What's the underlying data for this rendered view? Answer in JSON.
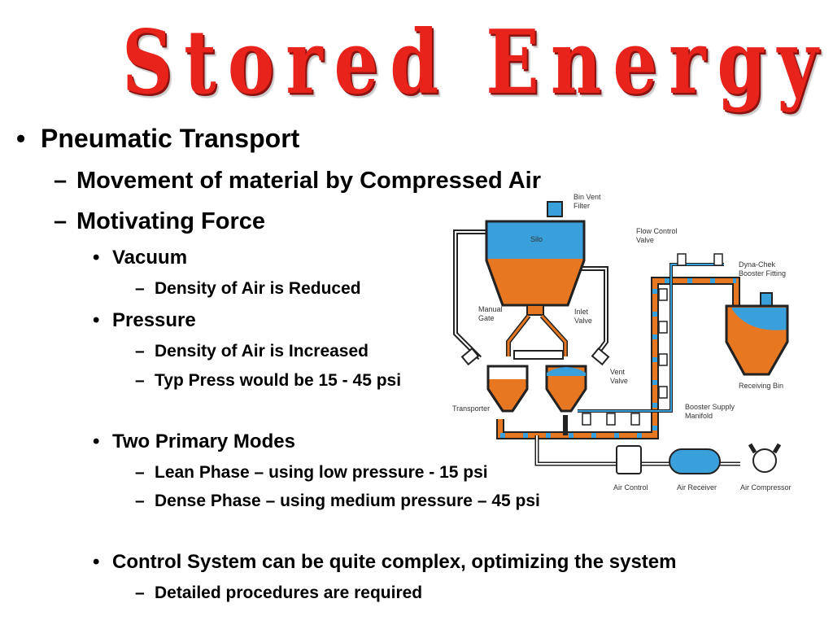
{
  "title": "Stored Energy",
  "bullets": {
    "b1": "Pneumatic Transport",
    "b1_1": "Movement of material by Compressed Air",
    "b1_2": "Motivating Force",
    "b1_2_1": "Vacuum",
    "b1_2_1_1": "Density of Air is Reduced",
    "b1_2_2": "Pressure",
    "b1_2_2_1": "Density of Air is Increased",
    "b1_2_2_2": "Typ Press would be 15 - 45 psi",
    "b2": "Two Primary Modes",
    "b2_1": "Lean Phase – using low pressure - 15 psi",
    "b2_2": "Dense Phase – using medium pressure – 45 psi",
    "b3": "Control System can be quite complex, optimizing the system",
    "b3_1": "Detailed procedures are required"
  },
  "diagram": {
    "bin_vent_filter_1": "Bin Vent",
    "bin_vent_filter_2": "Filter",
    "silo": "Silo",
    "flow_control_1": "Flow Control",
    "flow_control_2": "Valve",
    "dyna_chek_1": "Dyna-Chek",
    "dyna_chek_2": "Booster Fitting",
    "manual_gate_1": "Manual",
    "manual_gate_2": "Gate",
    "inlet_valve_1": "Inlet",
    "inlet_valve_2": "Valve",
    "vent_valve_1": "Vent",
    "vent_valve_2": "Valve",
    "transporter": "Transporter",
    "receiving_bin": "Receiving Bin",
    "booster_supply_1": "Booster Supply",
    "booster_supply_2": "Manifold",
    "air_control": "Air Control",
    "air_receiver": "Air Receiver",
    "air_compressor": "Air Compressor"
  },
  "colors": {
    "title": "#e8231c",
    "material": "#e87722",
    "air": "#3aa0dc",
    "pipe": "#222222"
  }
}
